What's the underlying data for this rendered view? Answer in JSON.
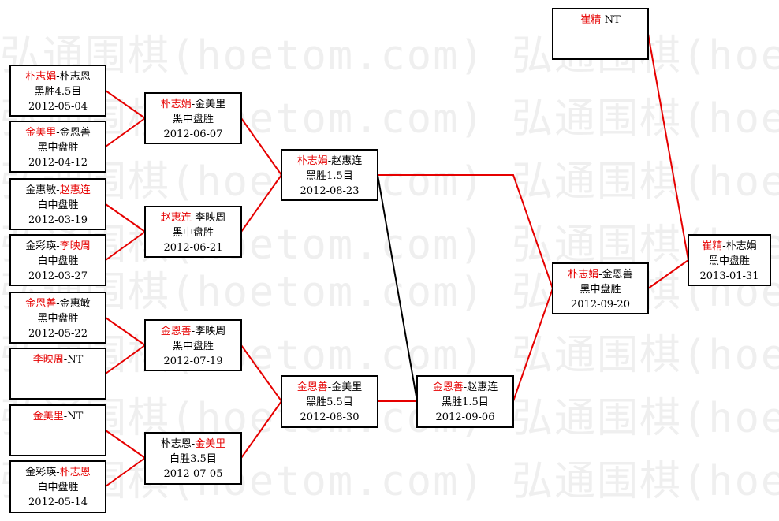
{
  "watermark": "弘通围棋(hoetom.com)",
  "colors": {
    "winner": "#e60000",
    "loser": "#000000",
    "line_win": "#e60000",
    "line_loss": "#000000"
  },
  "games": {
    "r1_1": {
      "winner": "朴志娟",
      "sep": "-",
      "loser": "朴志恩",
      "winner_first": true,
      "result": "黑胜4.5目",
      "date": "2012-05-04"
    },
    "r1_2": {
      "winner": "金美里",
      "sep": "-",
      "loser": "金恩善",
      "winner_first": true,
      "result": "黑中盘胜",
      "date": "2012-04-12"
    },
    "r1_3": {
      "winner": "赵惠连",
      "sep": "-",
      "loser": "金惠敏",
      "winner_first": false,
      "result": "白中盘胜",
      "date": "2012-03-19"
    },
    "r1_4": {
      "winner": "李映周",
      "sep": "-",
      "loser": "金彩瑛",
      "winner_first": false,
      "result": "白中盘胜",
      "date": "2012-03-27"
    },
    "r1_5": {
      "winner": "金恩善",
      "sep": "-",
      "loser": "金惠敏",
      "winner_first": true,
      "result": "黑中盘胜",
      "date": "2012-05-22"
    },
    "r1_6": {
      "winner": "李映周",
      "sep": "-",
      "loser": "NT",
      "winner_first": true,
      "result": "",
      "date": ""
    },
    "r1_7": {
      "winner": "金美里",
      "sep": "-",
      "loser": "NT",
      "winner_first": true,
      "result": "",
      "date": ""
    },
    "r1_8": {
      "winner": "朴志恩",
      "sep": "-",
      "loser": "金彩瑛",
      "winner_first": false,
      "result": "白中盘胜",
      "date": "2012-05-14"
    },
    "r2_1": {
      "winner": "朴志娟",
      "sep": "-",
      "loser": "金美里",
      "winner_first": true,
      "result": "黑中盘胜",
      "date": "2012-06-07"
    },
    "r2_2": {
      "winner": "赵惠连",
      "sep": "-",
      "loser": "李映周",
      "winner_first": true,
      "result": "黑中盘胜",
      "date": "2012-06-21"
    },
    "r2_3": {
      "winner": "金恩善",
      "sep": "-",
      "loser": "李映周",
      "winner_first": true,
      "result": "黑中盘胜",
      "date": "2012-07-19"
    },
    "r2_4": {
      "winner": "金美里",
      "sep": "-",
      "loser": "朴志恩",
      "winner_first": false,
      "result": "白胜3.5目",
      "date": "2012-07-05"
    },
    "r3_1": {
      "winner": "朴志娟",
      "sep": "-",
      "loser": "赵惠连",
      "winner_first": true,
      "result": "黑胜1.5目",
      "date": "2012-08-23"
    },
    "r3_2": {
      "winner": "金恩善",
      "sep": "-",
      "loser": "金美里",
      "winner_first": true,
      "result": "黑胜5.5目",
      "date": "2012-08-30"
    },
    "r4_1": {
      "winner": "金恩善",
      "sep": "-",
      "loser": "赵惠连",
      "winner_first": true,
      "result": "黑胜1.5目",
      "date": "2012-09-06"
    },
    "r5_1": {
      "winner": "朴志娟",
      "sep": "-",
      "loser": "金恩善",
      "winner_first": true,
      "result": "黑中盘胜",
      "date": "2012-09-20"
    },
    "top": {
      "winner": "崔精",
      "sep": "-",
      "loser": "NT",
      "winner_first": true,
      "result": "",
      "date": ""
    },
    "final": {
      "winner": "崔精",
      "sep": "-",
      "loser": "朴志娟",
      "winner_first": true,
      "result": "黑中盘胜",
      "date": "2013-01-31"
    }
  }
}
